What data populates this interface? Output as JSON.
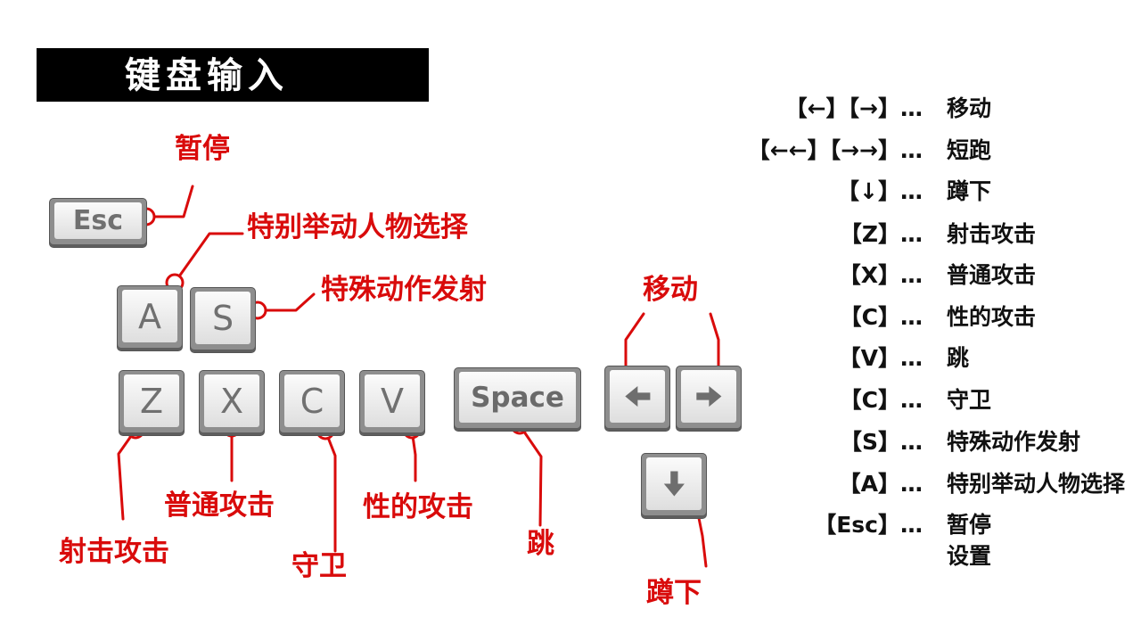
{
  "title": "键盘输入",
  "keys": {
    "esc": "Esc",
    "a": "A",
    "s": "S",
    "z": "Z",
    "x": "X",
    "c": "C",
    "v": "V",
    "space": "Space",
    "left_icon": "arrow-left-icon",
    "right_icon": "arrow-right-icon",
    "down_icon": "arrow-down-icon"
  },
  "labels": {
    "pause": "暂停",
    "special_select": "特别举动人物选择",
    "special_fire": "特殊动作发射",
    "shoot": "射击攻击",
    "normal": "普通攻击",
    "guard": "守卫",
    "sexy": "性的攻击",
    "jump": "跳",
    "move": "移动",
    "crouch": "蹲下"
  },
  "legend": [
    {
      "key": "【←】【→】…",
      "desc": "移动"
    },
    {
      "key": "【←←】【→→】…",
      "desc": "短跑"
    },
    {
      "key": "【↓】…",
      "desc": "蹲下"
    },
    {
      "key": "【Z】…",
      "desc": "射击攻击"
    },
    {
      "key": "【X】…",
      "desc": "普通攻击"
    },
    {
      "key": "【C】…",
      "desc": "性的攻击"
    },
    {
      "key": "【V】…",
      "desc": "跳"
    },
    {
      "key": "【C】…",
      "desc": "守卫"
    },
    {
      "key": "【S】…",
      "desc": "特殊动作发射"
    },
    {
      "key": "【A】…",
      "desc": "特别举动人物选择"
    },
    {
      "key": "【Esc】…",
      "desc": "暂停"
    }
  ],
  "legend_extra": "设置",
  "colors": {
    "accent": "#d90b0b",
    "title_bg": "#000000"
  }
}
